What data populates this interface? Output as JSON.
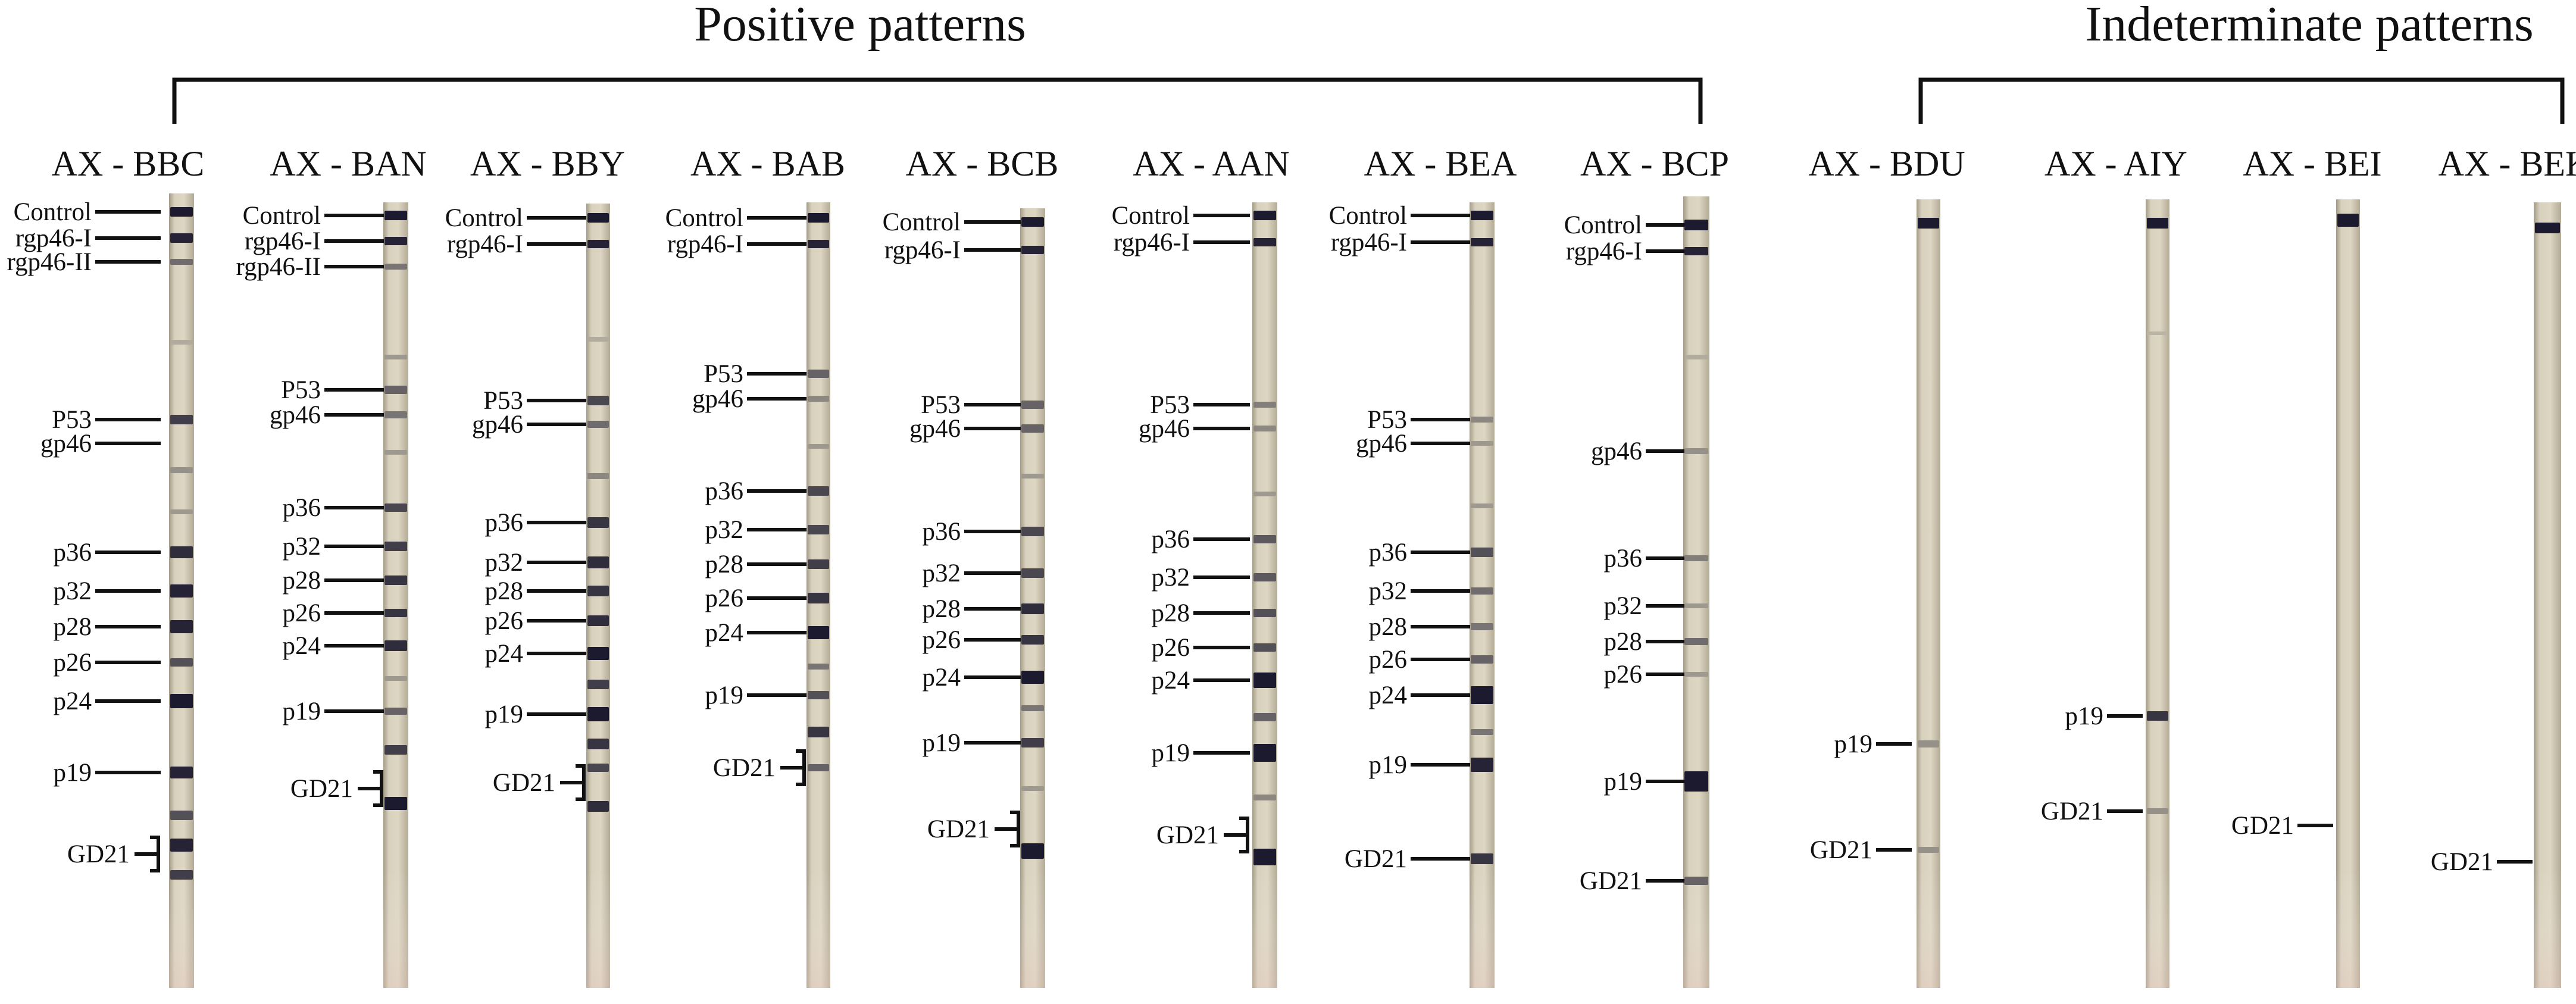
{
  "groups": [
    {
      "title": "Positive patterns",
      "first_strip": 0,
      "last_strip": 7
    },
    {
      "title": "Indeterminate patterns",
      "first_strip": 8,
      "last_strip": 11
    }
  ],
  "colors": {
    "strip_base": "#d6cfb9",
    "strip_shadow": "#a39b86",
    "band_dark": "#1c1a2e",
    "band_faint": "#7a6d6a",
    "ink": "#111111",
    "background": "#ffffff"
  },
  "strips": [
    {
      "name": "AX - BBC",
      "labels": [
        {
          "text": "Control",
          "type": "tick"
        },
        {
          "text": "rgp46-I",
          "type": "tick"
        },
        {
          "text": "rgp46-II",
          "type": "tick"
        },
        {
          "text": "P53",
          "type": "tick"
        },
        {
          "text": "gp46",
          "type": "tick"
        },
        {
          "text": "p36",
          "type": "tick"
        },
        {
          "text": "p32",
          "type": "tick"
        },
        {
          "text": "p28",
          "type": "tick"
        },
        {
          "text": "p26",
          "type": "tick"
        },
        {
          "text": "p24",
          "type": "tick"
        },
        {
          "text": "p19",
          "type": "tick"
        },
        {
          "text": "GD21",
          "type": "bracket"
        }
      ]
    },
    {
      "name": "AX - BAN",
      "labels": [
        {
          "text": "Control",
          "type": "tick"
        },
        {
          "text": "rgp46-I",
          "type": "tick"
        },
        {
          "text": "rgp46-II",
          "type": "tick"
        },
        {
          "text": "P53",
          "type": "tick"
        },
        {
          "text": "gp46",
          "type": "tick"
        },
        {
          "text": "p36",
          "type": "tick"
        },
        {
          "text": "p32",
          "type": "tick"
        },
        {
          "text": "p28",
          "type": "tick"
        },
        {
          "text": "p26",
          "type": "tick"
        },
        {
          "text": "p24",
          "type": "tick"
        },
        {
          "text": "p19",
          "type": "tick"
        },
        {
          "text": "GD21",
          "type": "bracket"
        }
      ]
    },
    {
      "name": "AX - BBY",
      "labels": [
        {
          "text": "Control",
          "type": "tick"
        },
        {
          "text": "rgp46-I",
          "type": "tick"
        },
        {
          "text": "P53",
          "type": "tick"
        },
        {
          "text": "gp46",
          "type": "tick"
        },
        {
          "text": "p36",
          "type": "tick"
        },
        {
          "text": "p32",
          "type": "tick"
        },
        {
          "text": "p28",
          "type": "tick"
        },
        {
          "text": "p26",
          "type": "tick"
        },
        {
          "text": "p24",
          "type": "tick"
        },
        {
          "text": "p19",
          "type": "tick"
        },
        {
          "text": "GD21",
          "type": "bracket"
        }
      ]
    },
    {
      "name": "AX - BAB",
      "labels": [
        {
          "text": "Control",
          "type": "tick"
        },
        {
          "text": "rgp46-I",
          "type": "tick"
        },
        {
          "text": "P53",
          "type": "tick"
        },
        {
          "text": "gp46",
          "type": "tick"
        },
        {
          "text": "p36",
          "type": "tick"
        },
        {
          "text": "p32",
          "type": "tick"
        },
        {
          "text": "p28",
          "type": "tick"
        },
        {
          "text": "p26",
          "type": "tick"
        },
        {
          "text": "p24",
          "type": "tick"
        },
        {
          "text": "p19",
          "type": "tick"
        },
        {
          "text": "GD21",
          "type": "bracket"
        }
      ]
    },
    {
      "name": "AX - BCB",
      "labels": [
        {
          "text": "Control",
          "type": "tick"
        },
        {
          "text": "rgp46-I",
          "type": "tick"
        },
        {
          "text": "P53",
          "type": "tick"
        },
        {
          "text": "gp46",
          "type": "tick"
        },
        {
          "text": "p36",
          "type": "tick"
        },
        {
          "text": "p32",
          "type": "tick"
        },
        {
          "text": "p28",
          "type": "tick"
        },
        {
          "text": "p26",
          "type": "tick"
        },
        {
          "text": "p24",
          "type": "tick"
        },
        {
          "text": "p19",
          "type": "tick"
        },
        {
          "text": "GD21",
          "type": "bracket"
        }
      ]
    },
    {
      "name": "AX - AAN",
      "labels": [
        {
          "text": "Control",
          "type": "tick"
        },
        {
          "text": "rgp46-I",
          "type": "tick"
        },
        {
          "text": "P53",
          "type": "tick"
        },
        {
          "text": "gp46",
          "type": "tick"
        },
        {
          "text": "p36",
          "type": "tick"
        },
        {
          "text": "p32",
          "type": "tick"
        },
        {
          "text": "p28",
          "type": "tick"
        },
        {
          "text": "p26",
          "type": "tick"
        },
        {
          "text": "p24",
          "type": "tick"
        },
        {
          "text": "p19",
          "type": "tick"
        },
        {
          "text": "GD21",
          "type": "bracket"
        }
      ]
    },
    {
      "name": "AX - BEA",
      "labels": [
        {
          "text": "Control",
          "type": "tick"
        },
        {
          "text": "rgp46-I",
          "type": "tick"
        },
        {
          "text": "P53",
          "type": "tick"
        },
        {
          "text": "gp46",
          "type": "tick"
        },
        {
          "text": "p36",
          "type": "tick"
        },
        {
          "text": "p32",
          "type": "tick"
        },
        {
          "text": "p28",
          "type": "tick"
        },
        {
          "text": "p26",
          "type": "tick"
        },
        {
          "text": "p24",
          "type": "tick"
        },
        {
          "text": "p19",
          "type": "tick"
        },
        {
          "text": "GD21",
          "type": "tick"
        }
      ]
    },
    {
      "name": "AX - BCP",
      "labels": [
        {
          "text": "Control",
          "type": "tick"
        },
        {
          "text": "rgp46-I",
          "type": "tick"
        },
        {
          "text": "gp46",
          "type": "tick"
        },
        {
          "text": "p36",
          "type": "tick"
        },
        {
          "text": "p32",
          "type": "tick"
        },
        {
          "text": "p28",
          "type": "tick"
        },
        {
          "text": "p26",
          "type": "tick"
        },
        {
          "text": "p19",
          "type": "tick"
        },
        {
          "text": "GD21",
          "type": "tick"
        }
      ]
    },
    {
      "name": "AX - BDU",
      "labels": [
        {
          "text": "p19",
          "type": "tick"
        },
        {
          "text": "GD21",
          "type": "tick"
        }
      ]
    },
    {
      "name": "AX - AIY",
      "labels": [
        {
          "text": "p19",
          "type": "tick"
        },
        {
          "text": "GD21",
          "type": "tick"
        }
      ]
    },
    {
      "name": "AX - BEI",
      "labels": [
        {
          "text": "GD21",
          "type": "tick"
        }
      ]
    },
    {
      "name": "AX - BEK",
      "labels": [
        {
          "text": "GD21",
          "type": "tick"
        }
      ]
    }
  ]
}
